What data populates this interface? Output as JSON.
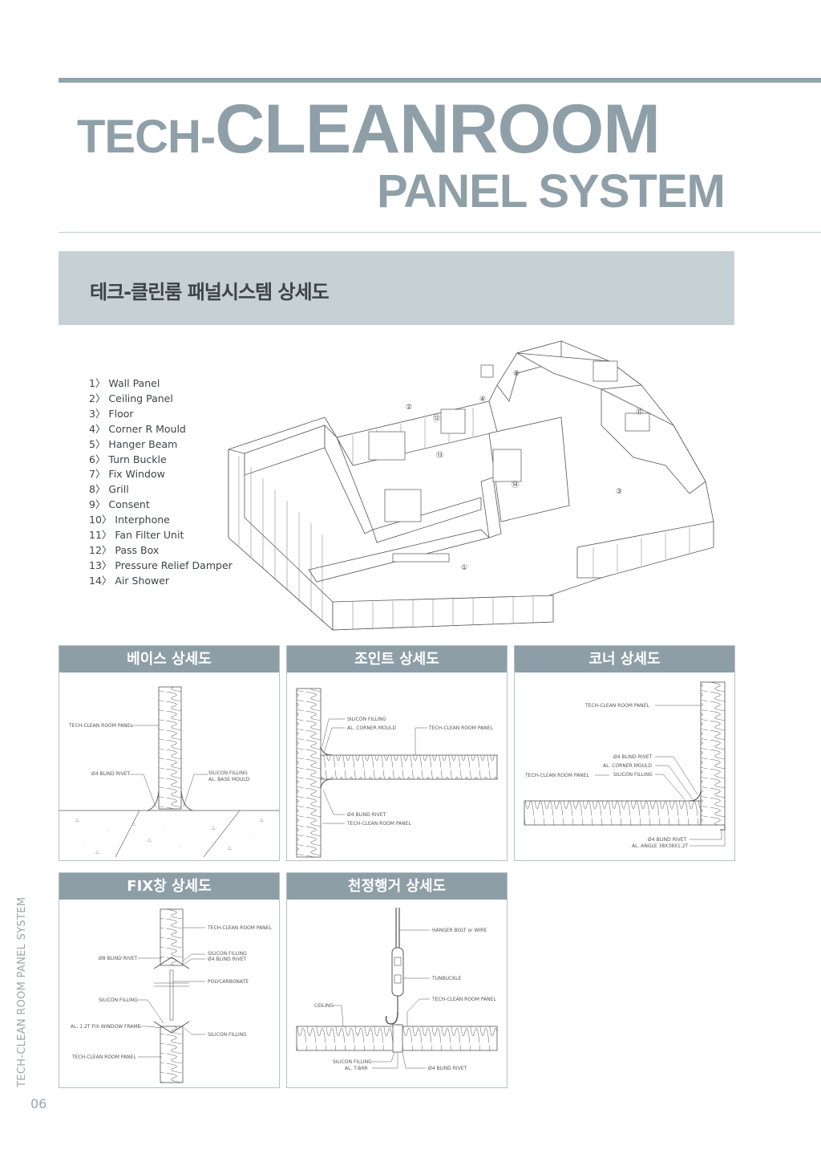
{
  "header": {
    "title_prefix": "TECH-",
    "title_main": "CLEANROOM",
    "title_sub": "PANEL SYSTEM",
    "band_title": "테크-클린룸 패널시스템 상세도"
  },
  "legend": [
    "1〉 Wall Panel",
    "2〉 Ceiling Panel",
    "3〉 Floor",
    "4〉 Corner R Mould",
    "5〉 Hanger Beam",
    "6〉 Turn Buckle",
    "7〉 Fix Window",
    "8〉 Grill",
    "9〉 Consent",
    "10〉 Interphone",
    "11〉 Fan Filter Unit",
    "12〉 Pass Box",
    "13〉 Pressure Relief Damper",
    "14〉 Air Shower"
  ],
  "callouts": {
    "c1": "①",
    "c2": "②",
    "c3": "③",
    "c4": "④",
    "c8": "⑧",
    "c11": "⑪",
    "c12": "⑫",
    "c13": "⑬",
    "c14": "⑭"
  },
  "panels": {
    "base": {
      "title": "베이스 상세도",
      "panel": "TECH-CLEAN ROOM PANEL",
      "rivet": "Ø4 BLIND RIVET",
      "silicon": "SILICON FILLING",
      "mould": "AL. BASE MOULD"
    },
    "joint": {
      "title": "조인트 상세도",
      "silicon": "SILICON FILLING",
      "corner": "AL. CORNER MOULD",
      "panel": "TECH-CLEAN ROOM PANEL",
      "rivet": "Ø4 BLIND RIVET",
      "panel2": "TECH-CLEAN ROOM PANEL"
    },
    "corner": {
      "title": "코너 상세도",
      "panel": "TECH-CLEAN ROOM PANEL",
      "rivet": "Ø4 BLIND RIVET",
      "mould": "AL. CORNER MOULD",
      "panel2": "TECH-CLEAN ROOM PANEL",
      "silicon": "SILICON FILLING",
      "rivet2": "Ø4 BLIND RIVET",
      "angle": "AL. ANGLE 38X38X1.2T"
    },
    "fix": {
      "title": "FIX창 상세도",
      "panel": "TECH-CLEAN ROOM PANEL",
      "rivet": "Ø8 BLIND RIVET",
      "silicon": "SILICON FILLING",
      "rivet2": "Ø4 BLIND RIVET",
      "poly": "POLYCARBONATE",
      "silicon2": "SILICON FILLING",
      "frame": "AL. 1.2T FIX WINDOW FRAME",
      "silicon3": "SILICON FILLING",
      "panel2": "TECH-CLEAN ROOM PANEL"
    },
    "hanger": {
      "title": "천정행거 상세도",
      "bolt": "HANGER BOLT or WIRE",
      "turnbuckle": "TUNBUCKLE",
      "panel": "TECH-CLEAN ROOM PANEL",
      "ceiling": "CEILING",
      "silicon": "SILICON FILLING",
      "tbar": "AL. T-BAR",
      "rivet": "Ø4 BLIND RIVET"
    }
  },
  "footer": {
    "side_text": "TECH-CLEAN ROOM  PANEL SYSTEM",
    "page": "06"
  }
}
